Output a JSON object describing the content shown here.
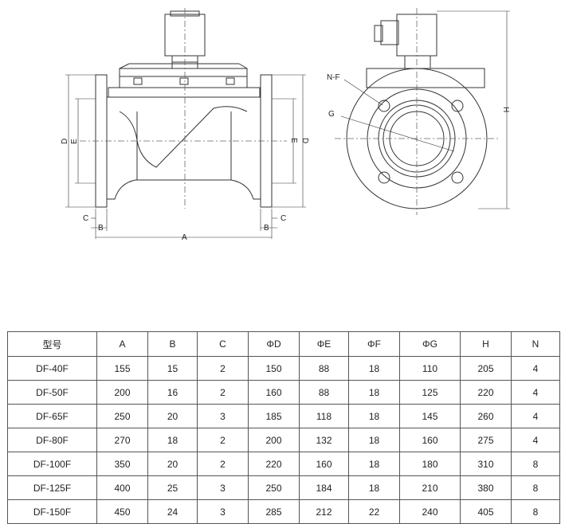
{
  "drawing": {
    "front_labels": {
      "a": "A",
      "b": "B",
      "c": "C",
      "d": "D",
      "e": "E"
    },
    "side_labels": {
      "nf": "N-F",
      "g": "G",
      "h": "H"
    }
  },
  "table": {
    "headers": [
      "型号",
      "A",
      "B",
      "C",
      "ΦD",
      "ΦE",
      "ΦF",
      "ΦG",
      "H",
      "N"
    ],
    "rows": [
      [
        "DF-40F",
        "155",
        "15",
        "2",
        "150",
        "88",
        "18",
        "110",
        "205",
        "4"
      ],
      [
        "DF-50F",
        "200",
        "16",
        "2",
        "160",
        "88",
        "18",
        "125",
        "220",
        "4"
      ],
      [
        "DF-65F",
        "250",
        "20",
        "3",
        "185",
        "118",
        "18",
        "145",
        "260",
        "4"
      ],
      [
        "DF-80F",
        "270",
        "18",
        "2",
        "200",
        "132",
        "18",
        "160",
        "275",
        "4"
      ],
      [
        "DF-100F",
        "350",
        "20",
        "2",
        "220",
        "160",
        "18",
        "180",
        "310",
        "8"
      ],
      [
        "DF-125F",
        "400",
        "25",
        "3",
        "250",
        "184",
        "18",
        "210",
        "380",
        "8"
      ],
      [
        "DF-150F",
        "450",
        "24",
        "3",
        "285",
        "212",
        "22",
        "240",
        "405",
        "8"
      ]
    ]
  }
}
